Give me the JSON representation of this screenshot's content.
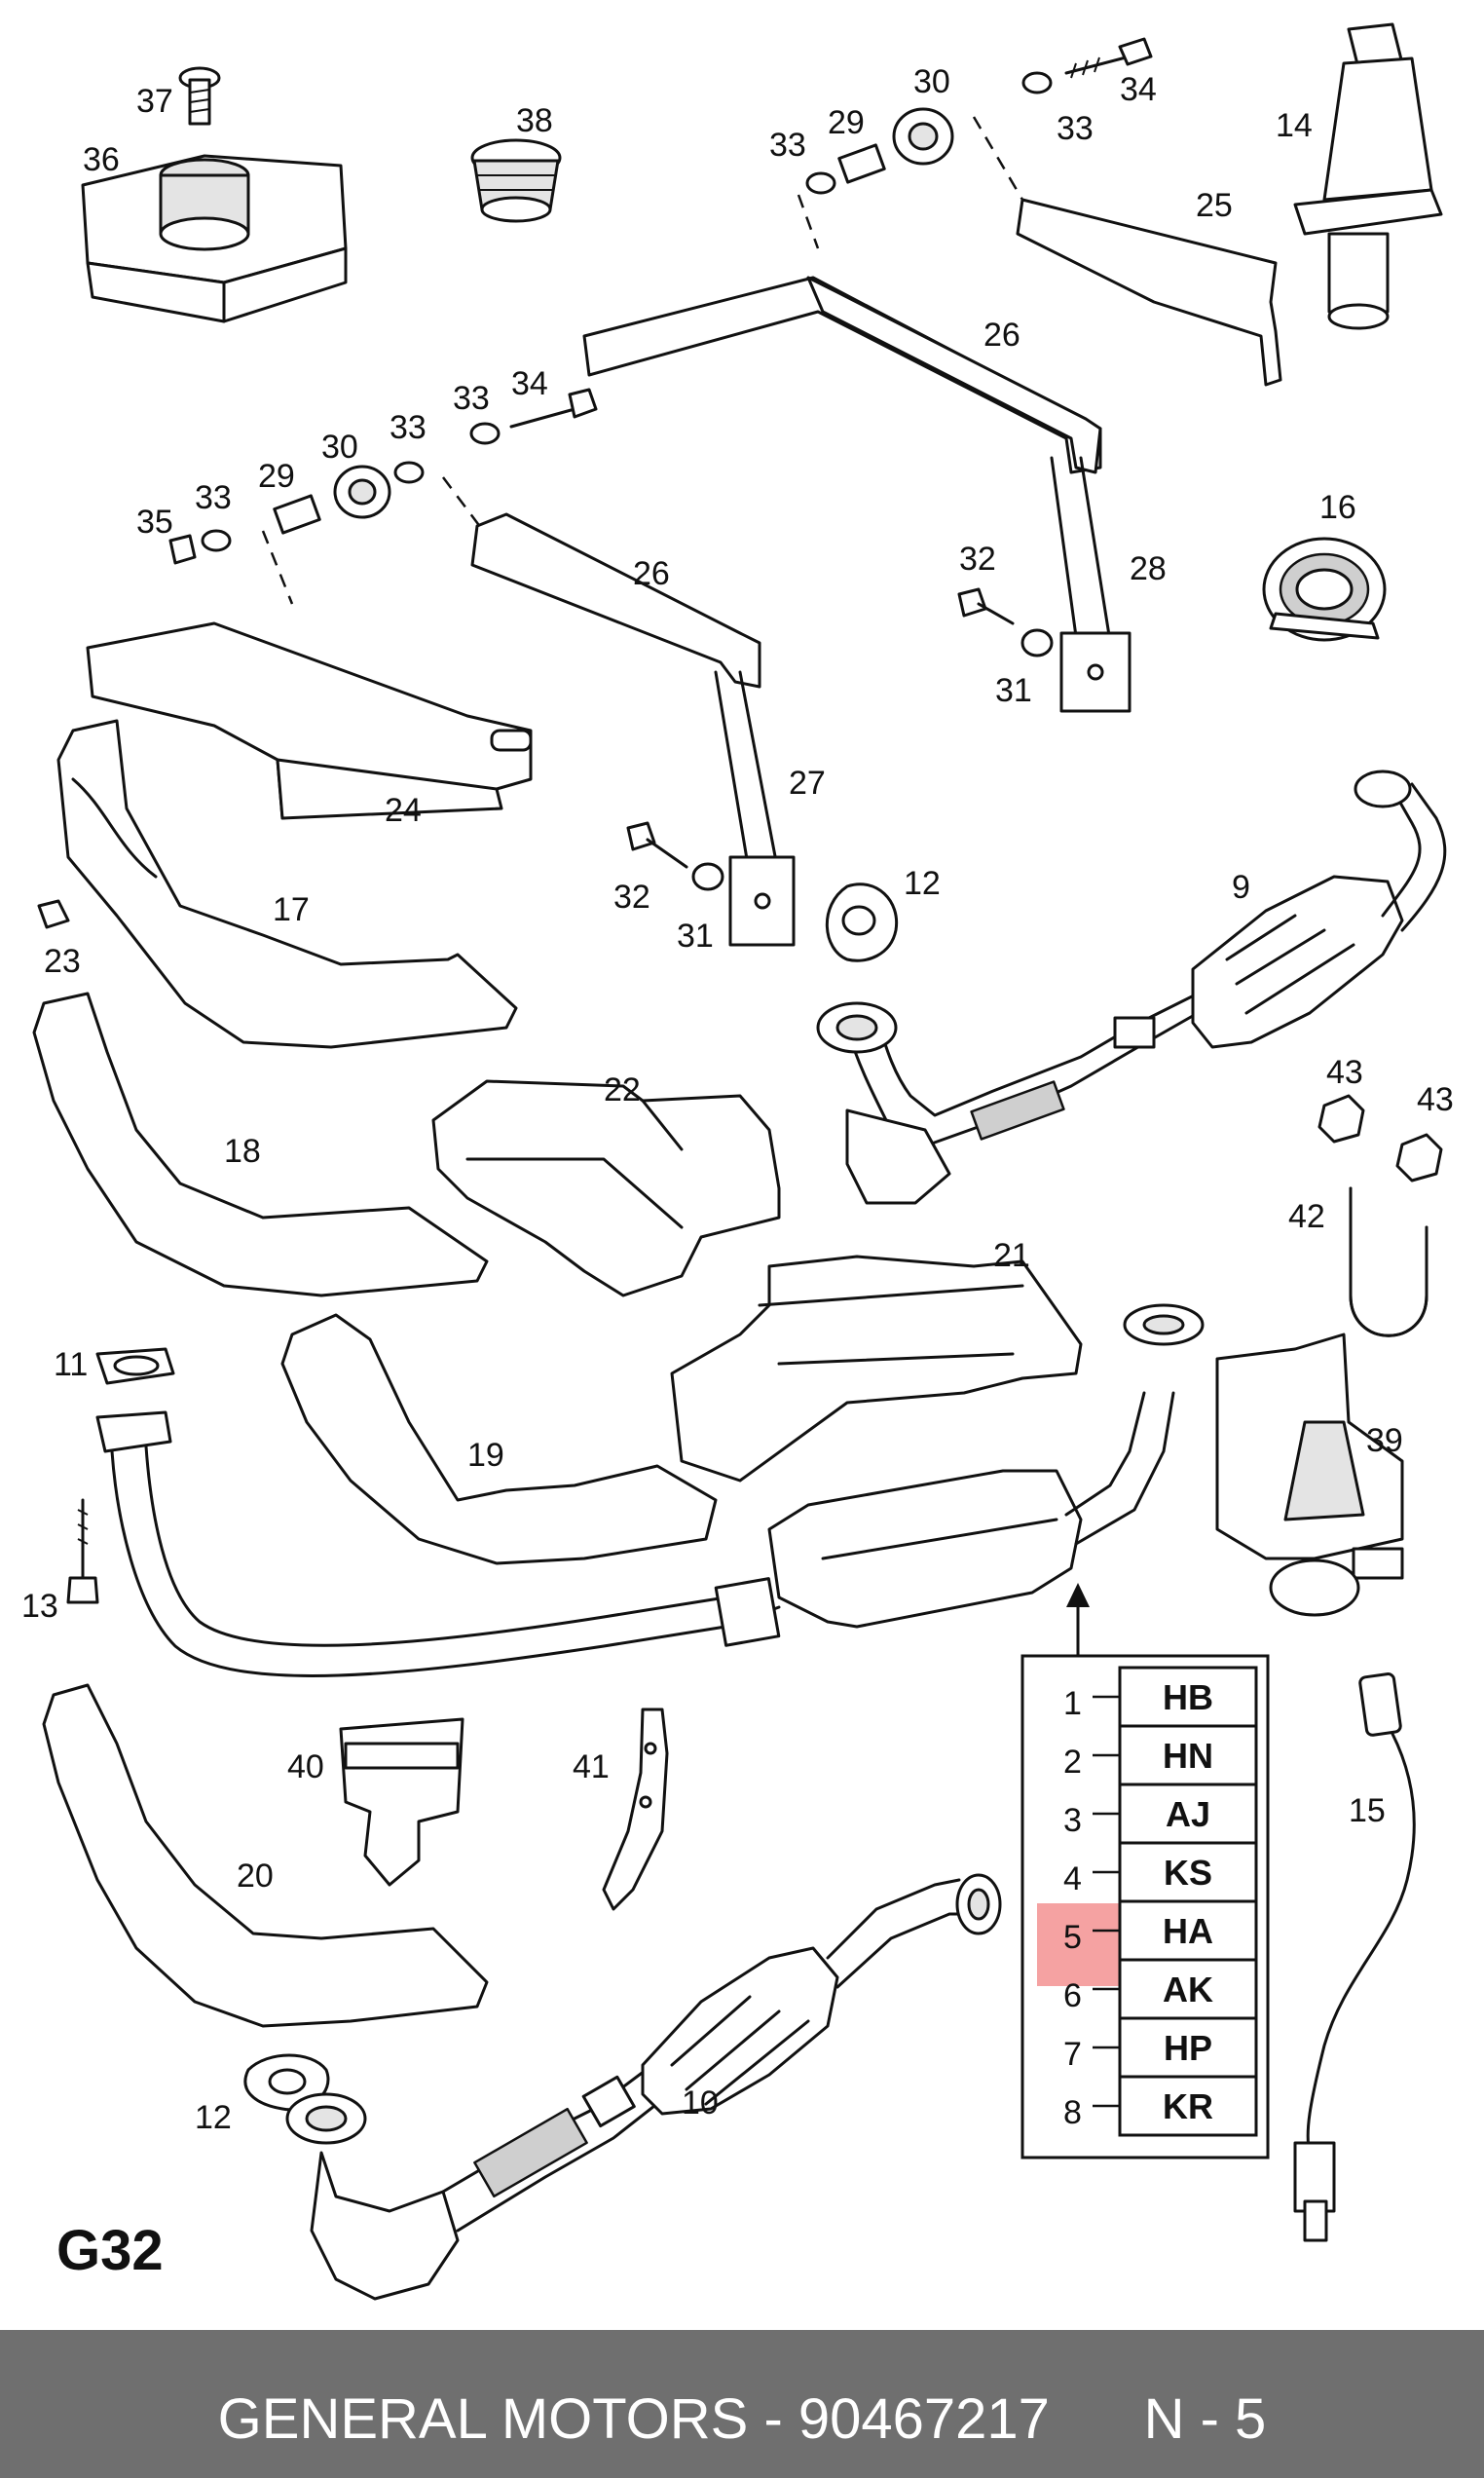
{
  "figure_label": "G32",
  "callouts": [
    "1",
    "2",
    "3",
    "4",
    "5",
    "6",
    "7",
    "8",
    "9",
    "10",
    "11",
    "12",
    "13",
    "14",
    "15",
    "16",
    "17",
    "18",
    "19",
    "20",
    "21",
    "22",
    "23",
    "24",
    "25",
    "26",
    "27",
    "28",
    "29",
    "30",
    "31",
    "32",
    "33",
    "34",
    "35",
    "36",
    "37",
    "38",
    "39",
    "40",
    "41",
    "42",
    "43"
  ],
  "variant_table": {
    "rows": [
      {
        "num": "1",
        "code": "HB"
      },
      {
        "num": "2",
        "code": "HN"
      },
      {
        "num": "3",
        "code": "AJ"
      },
      {
        "num": "4",
        "code": "KS"
      },
      {
        "num": "5",
        "code": "HA"
      },
      {
        "num": "6",
        "code": "AK"
      },
      {
        "num": "7",
        "code": "HP"
      },
      {
        "num": "8",
        "code": "KR"
      }
    ],
    "highlighted_row": 5,
    "highlight_color": "#f28b8b"
  },
  "footer": {
    "brand": "GENERAL MOTORS",
    "part_number": "90467217",
    "position": "N - 5",
    "background": "#6f6f6f"
  }
}
